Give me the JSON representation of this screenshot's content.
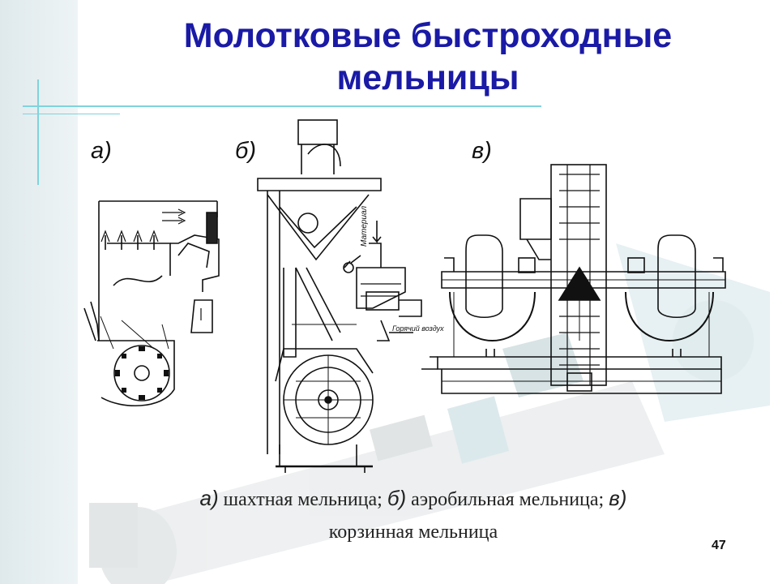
{
  "slide": {
    "title_line1": "Молотковые быстроходные",
    "title_line2": "мельницы",
    "labels": {
      "a": "а)",
      "b": "б)",
      "v": "в)"
    },
    "caption": {
      "a_letter": "а)",
      "a_text": "шахтная мельница;",
      "b_letter": "б)",
      "b_text": "аэробильная мельница;",
      "v_letter": "в)",
      "v_text": "корзинная мельница"
    },
    "drawing_b_labels": {
      "material": "Материал",
      "hot_air": "Горячий воздух"
    },
    "page_number": "47",
    "colors": {
      "title": "#1a1aa6",
      "accent_lines": "#7fd3dd",
      "left_band": "#dfe9ec"
    }
  }
}
